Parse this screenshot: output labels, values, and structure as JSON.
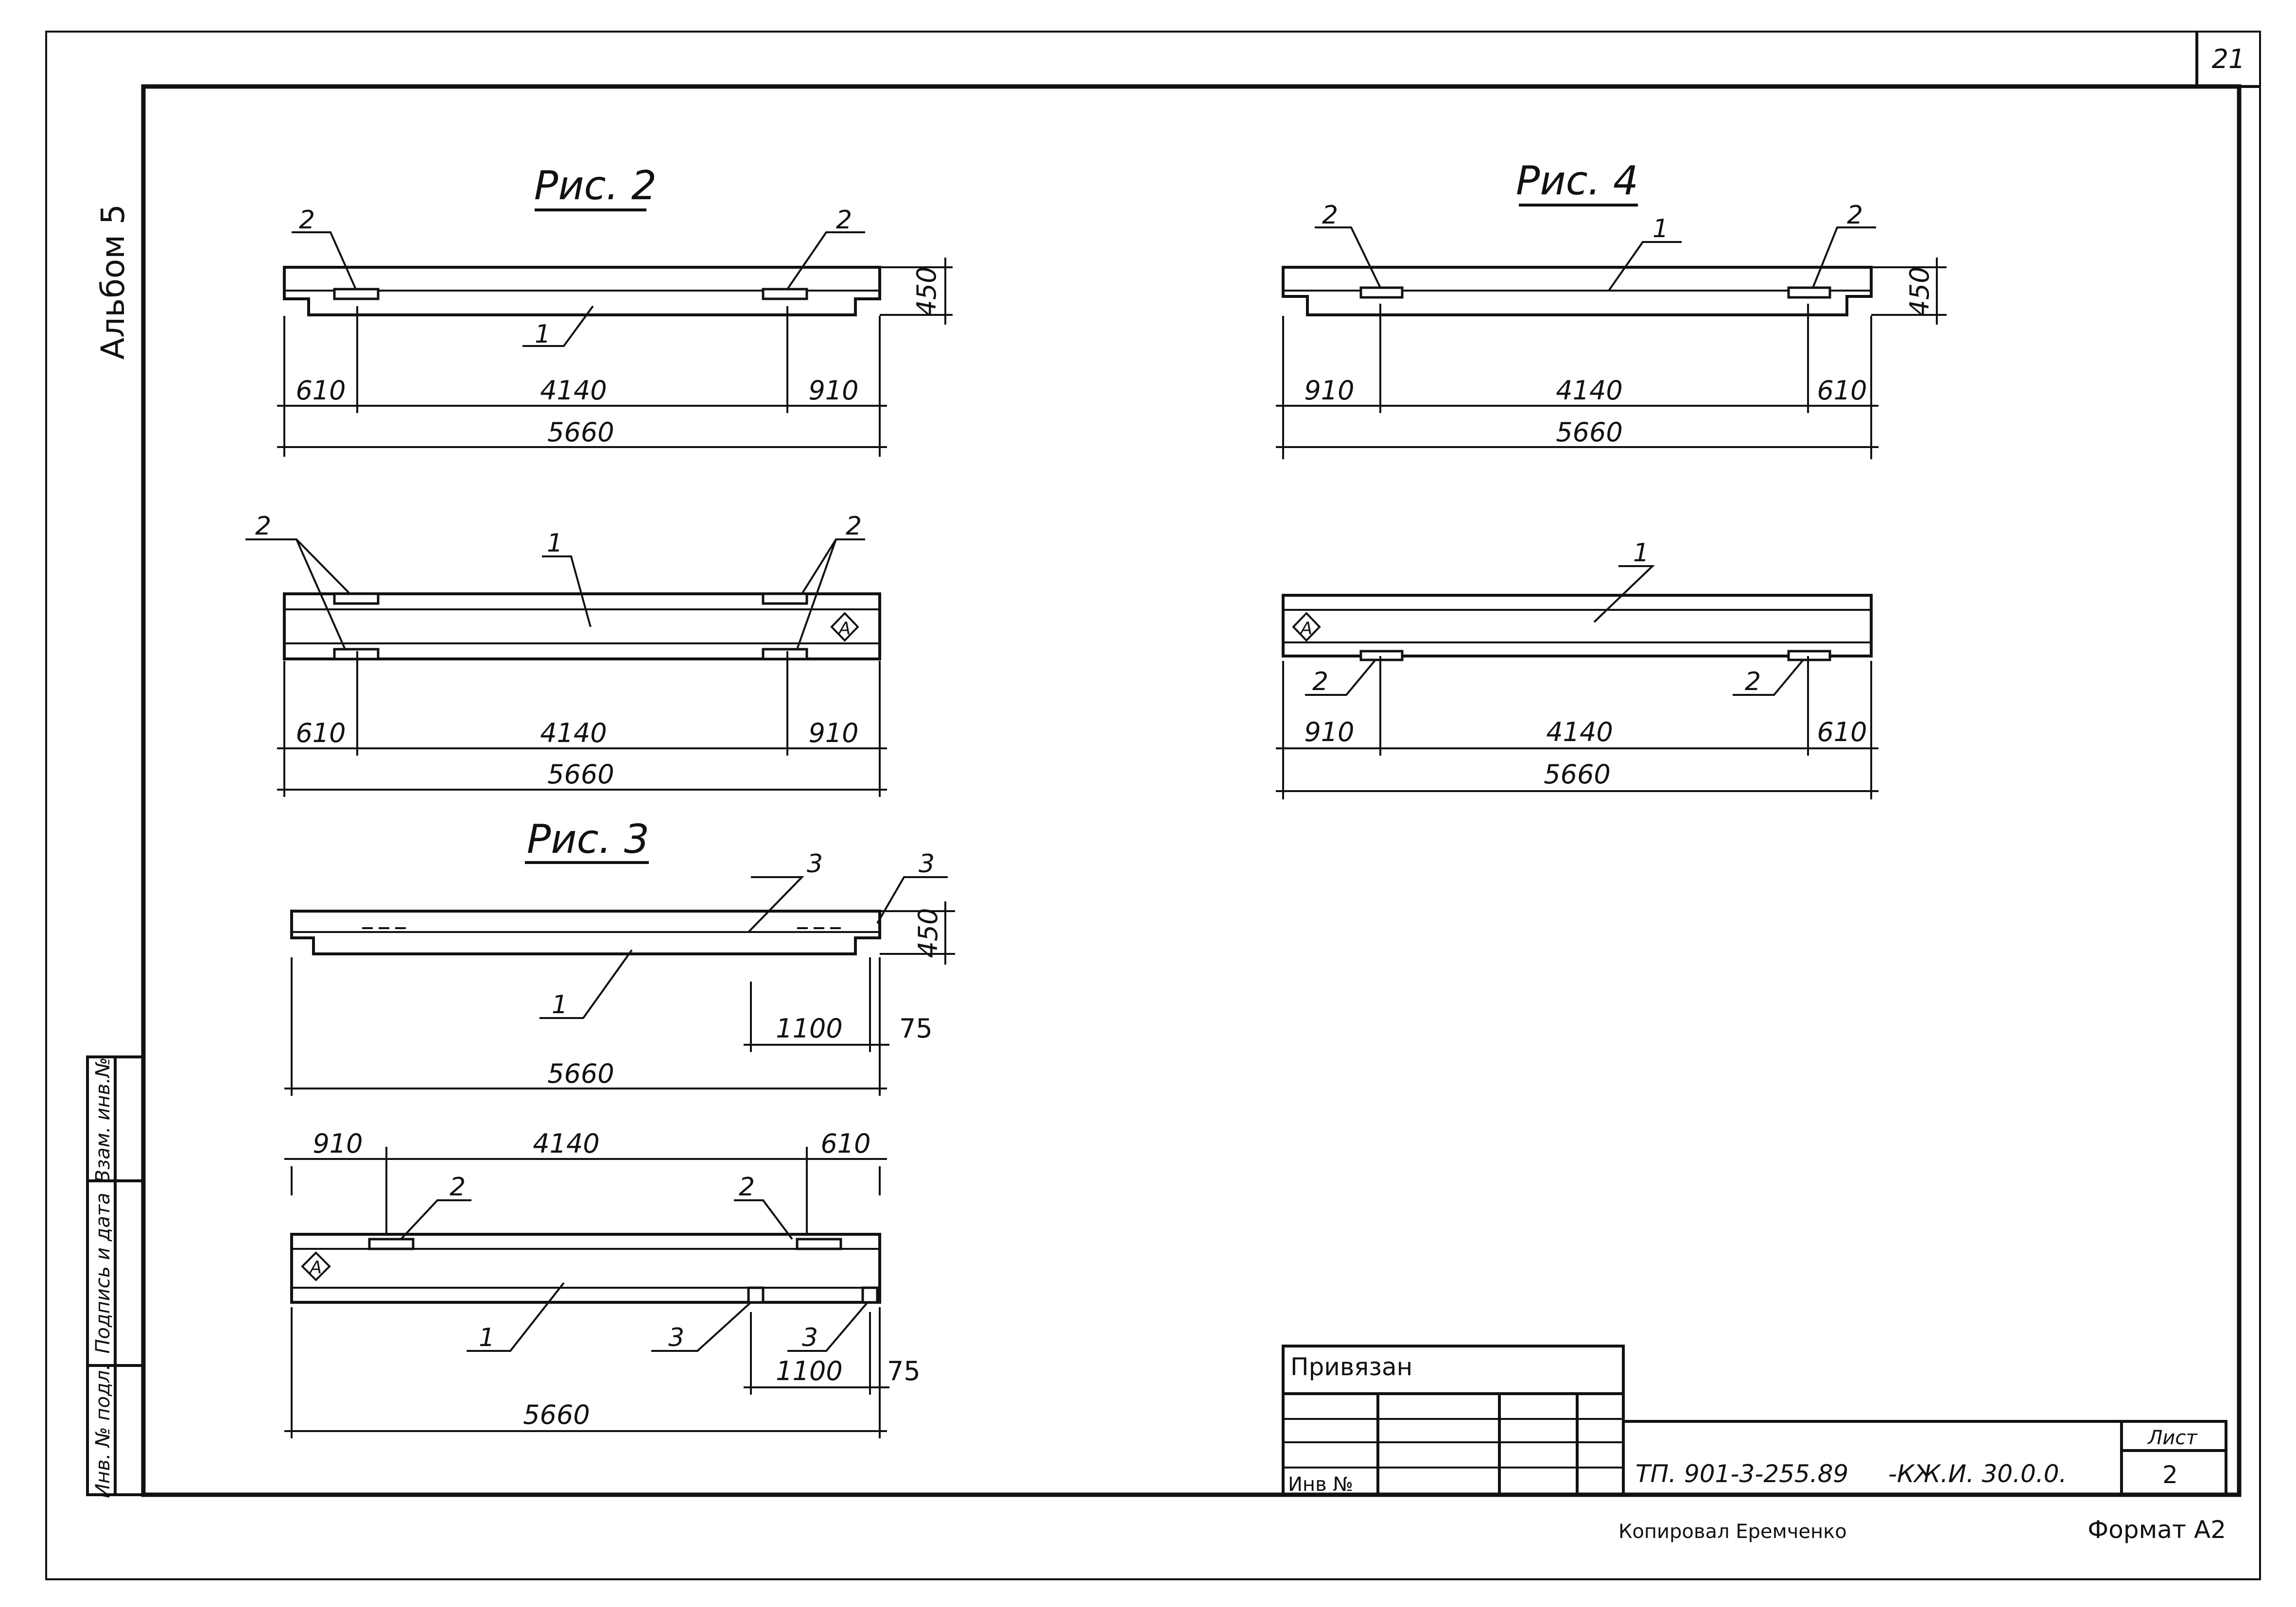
{
  "sheet": {
    "page_number": "21",
    "album": "Альбом 5",
    "side_stamp": [
      "Инв. № подл.",
      "Подпись и дата",
      "Взам. инв.№"
    ]
  },
  "figures": {
    "fig2": {
      "title": "Рис. 2",
      "label_rod": "1",
      "label_plate": "2",
      "height": "450",
      "dims_top": [
        "610",
        "4140",
        "910"
      ],
      "total_top": "5660",
      "dims_plan": [
        "610",
        "4140",
        "910"
      ],
      "total_plan": "5660",
      "mark": "А"
    },
    "fig3": {
      "title": "Рис. 3",
      "label_rod": "1",
      "label_plate": "2",
      "label_support": "3",
      "height": "450",
      "dim_support": "1100",
      "dim_edge": "75",
      "total": "5660",
      "dims_plan": [
        "910",
        "4140",
        "610"
      ],
      "mark": "А"
    },
    "fig4": {
      "title": "Рис. 4",
      "label_rod": "1",
      "label_plate": "2",
      "height": "450",
      "dims_top": [
        "910",
        "4140",
        "610"
      ],
      "total_top": "5660",
      "dims_plan": [
        "910",
        "4140",
        "610"
      ],
      "total_plan": "5660",
      "mark": "А"
    }
  },
  "title_block": {
    "privyazan": "Привязан",
    "inv_no": "Инв №",
    "code": "ТП. 901-3-255.89",
    "doc": "-КЖ.И. 30.0.0.",
    "sheet_label": "Лист",
    "sheet_no": "2",
    "copied": "Копировал  Еремченко",
    "format": "Формат А2"
  }
}
